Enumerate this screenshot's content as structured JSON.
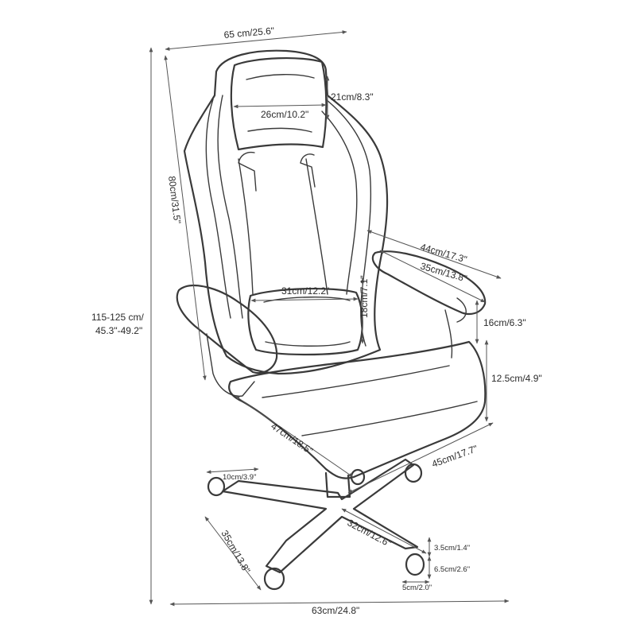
{
  "labels": {
    "width_total": "65 cm/25.6\"",
    "headrest_width": "26cm/10.2\"",
    "headrest_height": "21cm/8.3\"",
    "back_height": "80cm/31.5\"",
    "total_height_line1": "115-125 cm/",
    "total_height_line2": "45.3\"-49.2\"",
    "armrest_length": "44cm/17.3\"",
    "armrest_pad": "35cm/13.8\"",
    "armrest_height": "16cm/6.3\"",
    "lumbar_width": "31cm/12.2\"",
    "lumbar_height": "18cm/7.1\"",
    "seat_thickness": "12.5cm/4.9\"",
    "seat_depth": "47cm/18.5\"",
    "seat_width": "45cm/17.7\"",
    "caster_spacing": "10cm/3.9\"",
    "base_leg": "32cm/12.6\"",
    "base_leg_side": "35cm/13.8\"",
    "caster_h1": "3.5cm/1.4\"",
    "caster_h2": "6.5cm/2.6\"",
    "caster_w": "5cm/2.0\"",
    "base_width": "63cm/24.8\""
  }
}
